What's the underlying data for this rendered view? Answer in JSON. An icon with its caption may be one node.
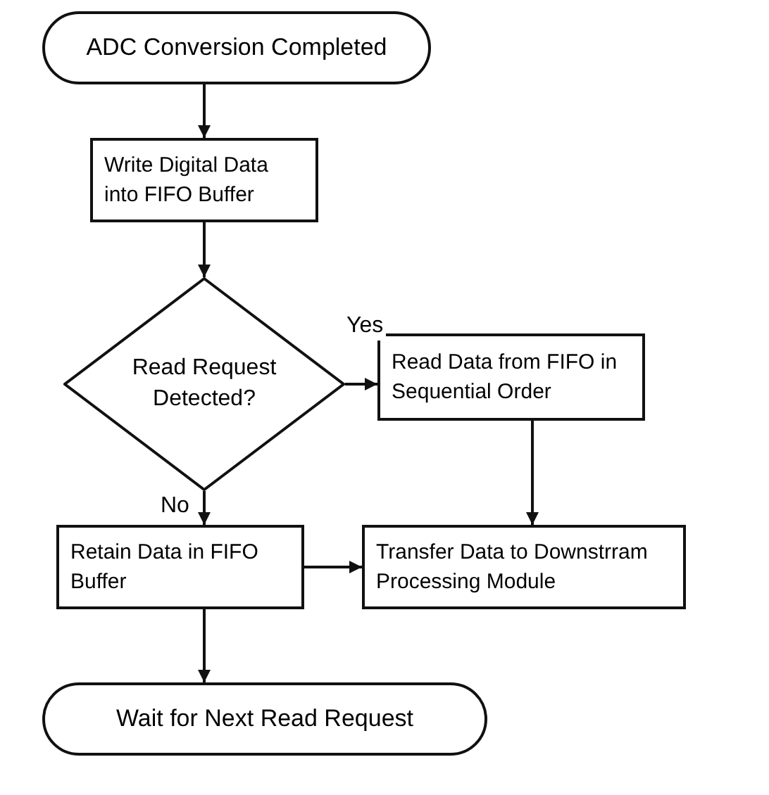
{
  "diagram": {
    "nodes": [
      {
        "text": [
          "ADC Conversion Completed"
        ]
      },
      {
        "text": [
          "Write Digital Data into FIFO Buffer"
        ]
      },
      {
        "text": [
          "Read Request Detected?"
        ]
      },
      {
        "text": [
          "Read Data from FIFO in Sequential Order"
        ]
      },
      {
        "text": [
          "Retain Data in FIFO Buffer"
        ]
      },
      {
        "text": [
          "Transfer Data to Downstrram Processing Module"
        ]
      },
      {
        "text": [
          "Wait for Next Read Request"
        ]
      }
    ],
    "edges": [
      {
        "from": 0,
        "to": 1,
        "arrow": "to"
      },
      {
        "from": 1,
        "to": 2,
        "arrow": "to"
      },
      {
        "from": 2,
        "to": 3,
        "arrow": "to",
        "label": "Yes"
      },
      {
        "from": 2,
        "to": 4,
        "arrow": "to",
        "label": "No"
      },
      {
        "from": 3,
        "to": 5,
        "arrow": "to"
      },
      {
        "from": 4,
        "to": 5,
        "arrow": "to"
      },
      {
        "from": 4,
        "to": 6,
        "arrow": "to"
      }
    ]
  }
}
